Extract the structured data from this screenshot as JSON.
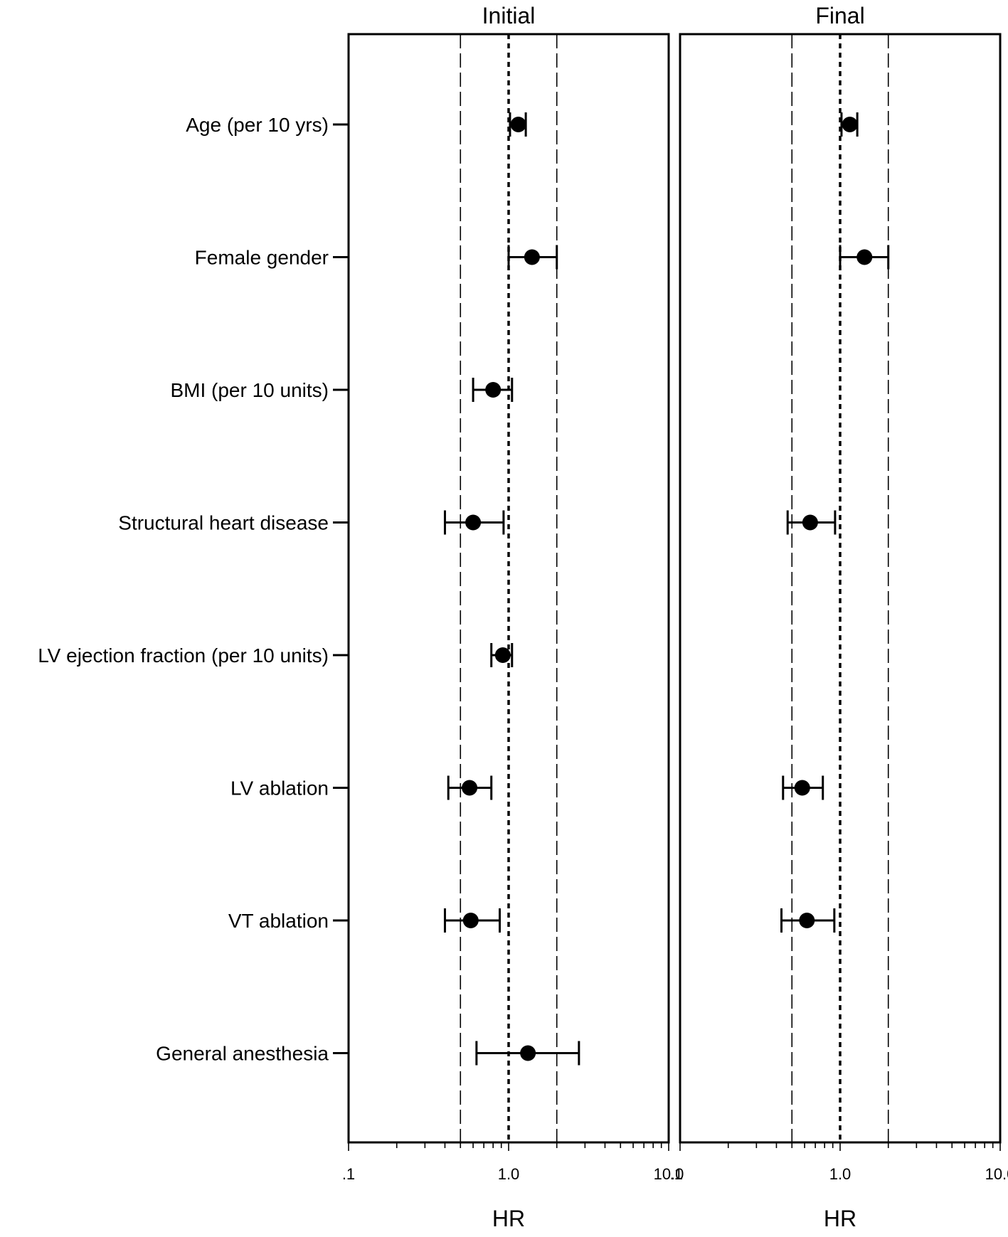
{
  "chart_data": {
    "type": "forest",
    "x_scale": "log",
    "xlim": [
      0.1,
      10.0
    ],
    "xticks": [
      0.1,
      1.0,
      10.0
    ],
    "xtick_labels": [
      ".1",
      "1.0",
      "10.0"
    ],
    "reference_lines": {
      "dotted": [
        1.0
      ],
      "dashed": [
        0.5,
        2.0
      ]
    },
    "categories": [
      "Age (per 10 yrs)",
      "Female gender",
      "BMI (per 10 units)",
      "Structural heart disease",
      "LV ejection fraction (per 10 units)",
      "LV ablation",
      "VT ablation",
      "General anesthesia"
    ],
    "panels": [
      {
        "title": "Initial",
        "xlabel": "HR",
        "points": [
          {
            "category": "Age (per 10 yrs)",
            "hr": 1.15,
            "lower": 1.02,
            "upper": 1.28
          },
          {
            "category": "Female gender",
            "hr": 1.4,
            "lower": 1.0,
            "upper": 2.0
          },
          {
            "category": "BMI (per 10 units)",
            "hr": 0.8,
            "lower": 0.6,
            "upper": 1.05
          },
          {
            "category": "Structural heart disease",
            "hr": 0.6,
            "lower": 0.4,
            "upper": 0.93
          },
          {
            "category": "LV ejection fraction (per 10 units)",
            "hr": 0.92,
            "lower": 0.78,
            "upper": 1.05
          },
          {
            "category": "LV ablation",
            "hr": 0.57,
            "lower": 0.42,
            "upper": 0.78
          },
          {
            "category": "VT ablation",
            "hr": 0.58,
            "lower": 0.4,
            "upper": 0.88
          },
          {
            "category": "General anesthesia",
            "hr": 1.32,
            "lower": 0.63,
            "upper": 2.75
          }
        ]
      },
      {
        "title": "Final",
        "xlabel": "HR",
        "points": [
          {
            "category": "Age (per 10 yrs)",
            "hr": 1.15,
            "lower": 1.02,
            "upper": 1.28
          },
          {
            "category": "Female gender",
            "hr": 1.42,
            "lower": 1.0,
            "upper": 2.0
          },
          {
            "category": "Structural heart disease",
            "hr": 0.65,
            "lower": 0.47,
            "upper": 0.93
          },
          {
            "category": "LV ablation",
            "hr": 0.58,
            "lower": 0.44,
            "upper": 0.78
          },
          {
            "category": "VT ablation",
            "hr": 0.62,
            "lower": 0.43,
            "upper": 0.92
          }
        ]
      }
    ]
  }
}
